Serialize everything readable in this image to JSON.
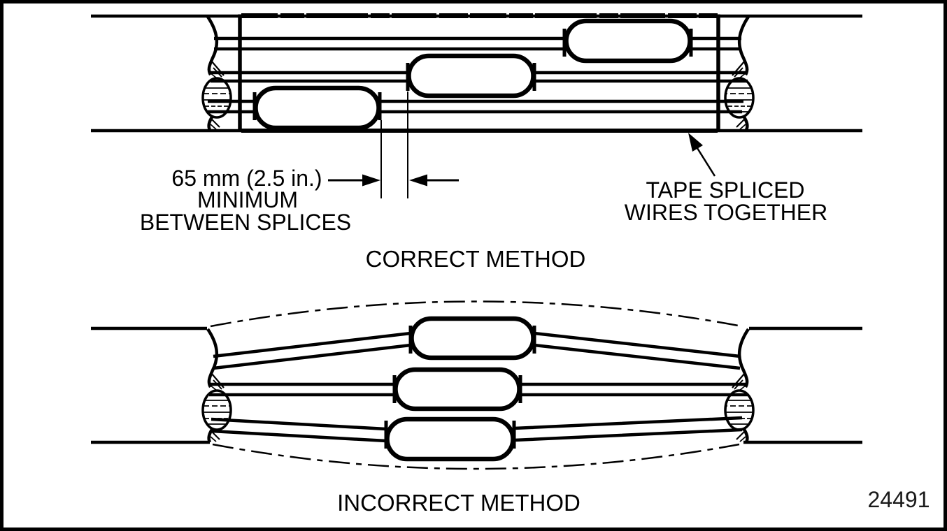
{
  "colors": {
    "ink": "#000000",
    "paper": "#ffffff"
  },
  "correct_section": {
    "caption": "CORRECT METHOD",
    "dimension_label_line1": "65 mm (2.5 in.)",
    "dimension_label_line2": "MINIMUM",
    "dimension_label_line3": "BETWEEN SPLICES",
    "tape_label_line1": "TAPE SPLICED",
    "tape_label_line2": "WIRES TOGETHER"
  },
  "incorrect_section": {
    "caption": "INCORRECT METHOD"
  },
  "figure_number": "24491"
}
